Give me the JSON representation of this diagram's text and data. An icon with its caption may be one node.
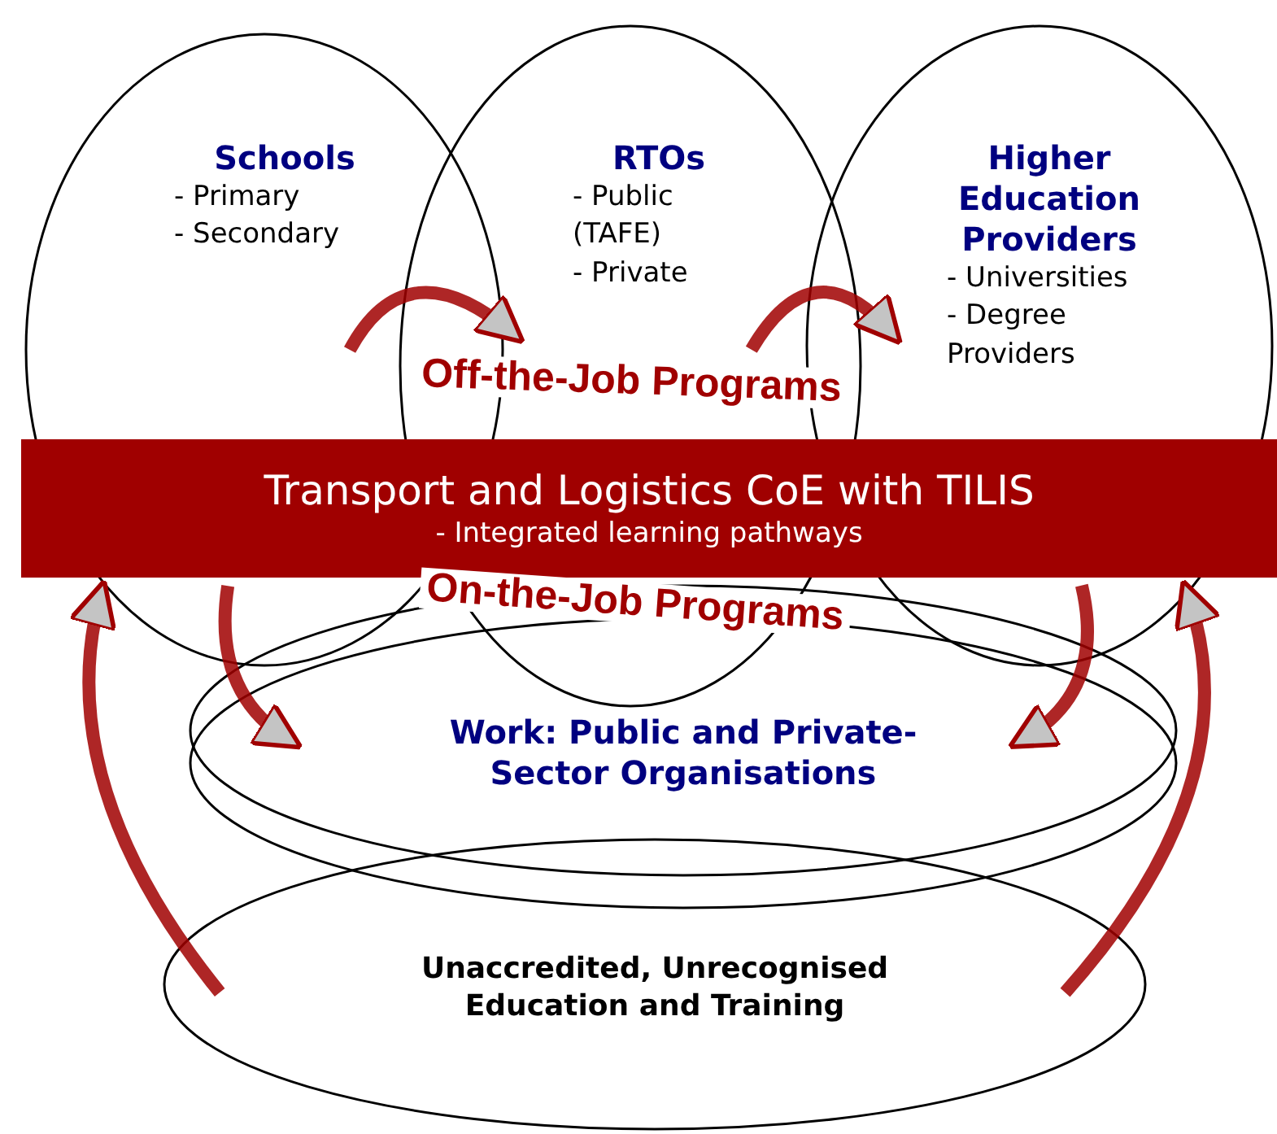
{
  "diagram": {
    "nodes": [
      {
        "text": [
          "Schools",
          "- Primary",
          "- Secondary"
        ]
      },
      {
        "text": [
          "RTOs",
          "- Public (TAFE)",
          "- Private"
        ]
      },
      {
        "text": [
          "Higher Education Providers",
          "- Universities",
          "- Degree Providers"
        ]
      },
      {
        "text": [
          "Transport and Logistics CoE with TILIS",
          "- Integrated learning pathways"
        ]
      },
      {
        "text": [
          "Work: Public and Private-Sector Organisations"
        ]
      },
      {
        "text": [
          "Unaccredited, Unrecognised Education and Training"
        ]
      }
    ],
    "edges": [
      {
        "from": 0,
        "to": 1,
        "arrow": "to"
      },
      {
        "from": 1,
        "to": 2,
        "arrow": "to"
      },
      {
        "from": 0,
        "to": 4,
        "arrow": "to"
      },
      {
        "from": 2,
        "to": 4,
        "arrow": "to"
      },
      {
        "from": 5,
        "to": 0,
        "arrow": "to"
      },
      {
        "from": 5,
        "to": 2,
        "arrow": "to"
      }
    ],
    "labels": [
      "Off-the-Job Programs",
      "On-the-Job Programs"
    ]
  }
}
